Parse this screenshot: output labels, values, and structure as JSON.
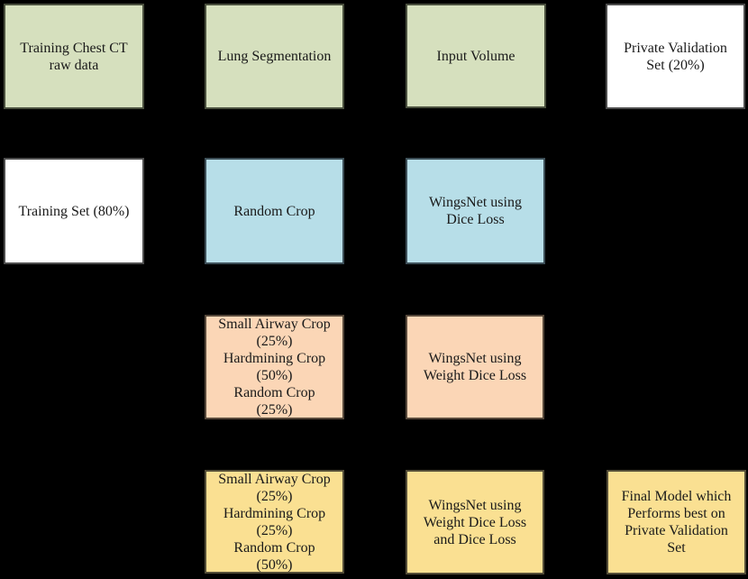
{
  "palette": {
    "background": "#000000",
    "text": "#1a1a1a",
    "green_fill": "#d6e0be",
    "blue_fill": "#b7dee8",
    "white_fill": "#ffffff",
    "peach_fill": "#fbd6b6",
    "yellow_fill": "#fae092",
    "box_border": "#404040"
  },
  "boxes": [
    {
      "id": "training-chest-ct-raw-data",
      "color": "green",
      "label": "Training Chest CT\nraw data"
    },
    {
      "id": "lung-segmentation",
      "color": "green",
      "label": "Lung Segmentation"
    },
    {
      "id": "input-volume",
      "color": "green",
      "label": "Input Volume"
    },
    {
      "id": "private-validation-set",
      "color": "white",
      "label": "Private Validation\nSet (20%)"
    },
    {
      "id": "training-set",
      "color": "white",
      "label": "Training Set (80%)"
    },
    {
      "id": "random-crop",
      "color": "blue",
      "label": "Random Crop"
    },
    {
      "id": "wingsnet-dice-loss",
      "color": "blue",
      "label": "WingsNet using\nDice Loss"
    },
    {
      "id": "crop-mix-stage-2",
      "color": "peach",
      "label": "Small Airway Crop\n(25%)\nHardmining Crop\n(50%)\nRandom Crop\n(25%)"
    },
    {
      "id": "wingsnet-weight-dice-loss",
      "color": "peach",
      "label": "WingsNet using\nWeight Dice Loss"
    },
    {
      "id": "crop-mix-stage-3",
      "color": "yellow",
      "label": "Small Airway Crop\n(25%)\nHardmining Crop\n(25%)\nRandom Crop\n(50%)"
    },
    {
      "id": "wingsnet-weight-dice-and-dice-loss",
      "color": "yellow",
      "label": "WingsNet using\nWeight Dice Loss\nand Dice Loss"
    },
    {
      "id": "final-model",
      "color": "yellow",
      "label": "Final Model which\nPerforms best on\nPrivate Validation\nSet"
    }
  ]
}
